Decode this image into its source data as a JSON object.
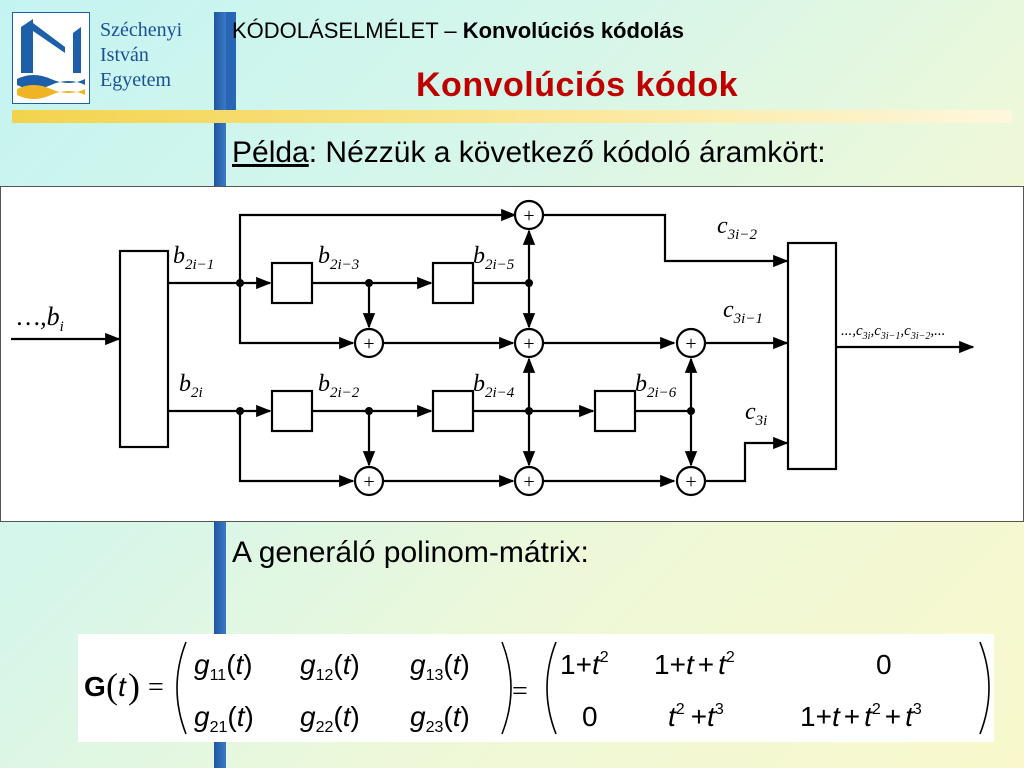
{
  "university": {
    "name_lines": [
      "Széchenyi",
      "István",
      "Egyetem"
    ]
  },
  "header": {
    "subtitle_regular": "KÓDOLÁSELMÉLET – ",
    "subtitle_bold": "Konvolúciós kódolás",
    "title": "Konvolúciós kódok"
  },
  "body": {
    "example_label": "Példa",
    "example_rest": ": Nézzük a következő kódoló áramkört:",
    "generator_label": "A generáló polinom-mátrix:"
  },
  "colors": {
    "title": "#c00000",
    "accent_blue": "#1f55a0",
    "accent_yellow": "#f3d34c"
  },
  "circuit": {
    "input_ellipsis": "…,",
    "input_symbol": "b",
    "input_sub": "i",
    "b_symbol": "b",
    "b_labels_sub": [
      "2i−1",
      "2i−3",
      "2i−5",
      "2i",
      "2i−2",
      "2i−4",
      "2i−6"
    ],
    "c_symbol": "c",
    "c_labels_sub": [
      "3i−2",
      "3i−1",
      "3i"
    ],
    "output_prefix": "...,",
    "output_parts": [
      "3i",
      "3i−1",
      "3i−2"
    ],
    "output_suffix": ",...",
    "adder_symbol": "+"
  },
  "matrix": {
    "lhs_G": "G",
    "lhs_t": "t",
    "entry_symbol": "g",
    "arg": "t",
    "equals": "=",
    "g_row1_subs": [
      "11",
      "12",
      "13"
    ],
    "g_row2_subs": [
      "21",
      "22",
      "23"
    ],
    "poly": {
      "r1c1_a": "1+",
      "r1c1_b": "t",
      "r1c1_exp": "2",
      "r1c2_a": "1+",
      "r1c2_b": "t",
      "r1c2_c": "+",
      "r1c2_d": "t",
      "r1c2_exp": "2",
      "r1c3": "0",
      "r2c1": "0",
      "r2c2_a": "t",
      "r2c2_exp1": "2",
      "r2c2_b": "+",
      "r2c2_c": "t",
      "r2c2_exp2": "3",
      "r2c3_a": "1+",
      "r2c3_b": "t",
      "r2c3_c": "+",
      "r2c3_d": "t",
      "r2c3_exp1": "2",
      "r2c3_e": "+",
      "r2c3_f": "t",
      "r2c3_exp2": "3"
    }
  }
}
